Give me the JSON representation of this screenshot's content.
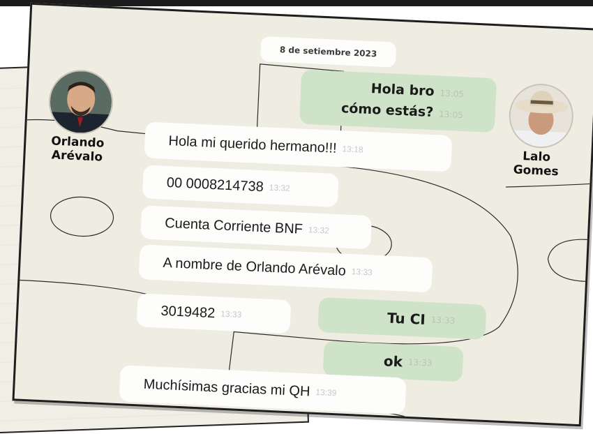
{
  "date": "8 de setiembre 2023",
  "contacts": {
    "left": {
      "first": "Orlando",
      "last": "Arévalo"
    },
    "right": {
      "first": "Lalo",
      "last": "Gomes"
    }
  },
  "messages": [
    {
      "dir": "out",
      "text": "Hola bro",
      "time": "13:05"
    },
    {
      "dir": "out",
      "text": "cómo estás?",
      "time": "13:05"
    },
    {
      "dir": "in",
      "text": "Hola mi querido hermano!!!",
      "time": "13:18"
    },
    {
      "dir": "in",
      "text": "00 0008214738",
      "time": "13:32"
    },
    {
      "dir": "in",
      "text": "Cuenta Corriente BNF",
      "time": "13:32"
    },
    {
      "dir": "in",
      "text": "A nombre de Orlando Arévalo",
      "time": "13:33"
    },
    {
      "dir": "in",
      "text": "3019482",
      "time": "13:33"
    },
    {
      "dir": "out",
      "text": "Tu CI",
      "time": "13:33"
    },
    {
      "dir": "out",
      "text": "ok",
      "time": "13:33"
    },
    {
      "dir": "in",
      "text": "Muchísimas gracias mi QH",
      "time": "13:39"
    }
  ],
  "colors": {
    "incoming": "#fdfdfb",
    "outgoing": "#cfe3c9",
    "background": "#efece2"
  },
  "icons": {
    "left_avatar": "avatar-photo",
    "right_avatar": "avatar-photo-cowboy-hat"
  }
}
